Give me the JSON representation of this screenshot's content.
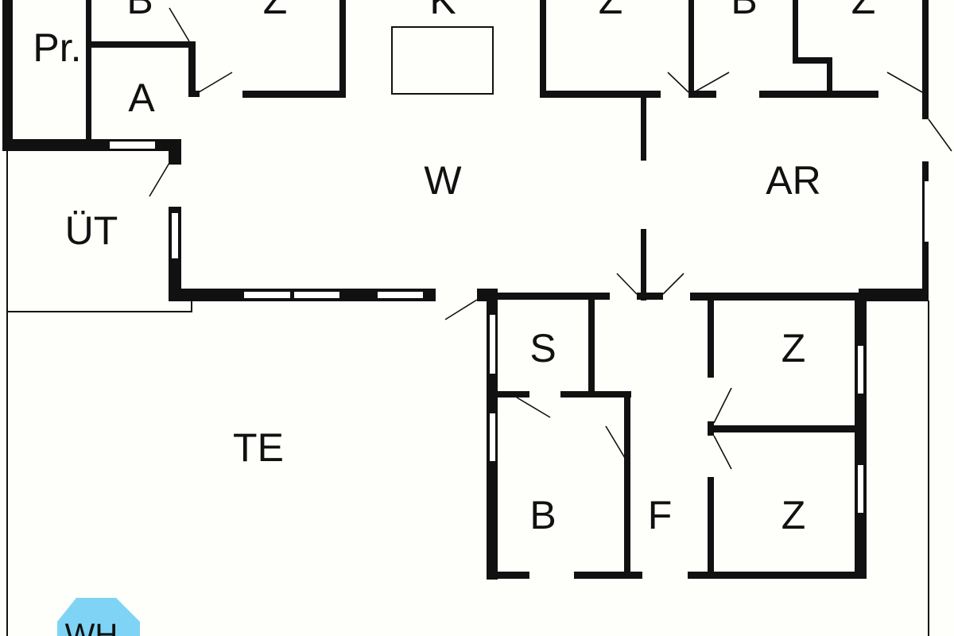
{
  "plan": {
    "rooms": {
      "b_top_left": "B",
      "z_top_left": "Z",
      "k": "K",
      "z_top_mid": "Z",
      "b_top_right": "B",
      "z_top_right": "Z",
      "pr": "Pr.",
      "a": "A",
      "ut": "ÜT",
      "w": "W",
      "ar": "AR",
      "s": "S",
      "z_right_upper": "Z",
      "te": "TE",
      "b_lower": "B",
      "f": "F",
      "z_right_lower": "Z"
    },
    "badge": {
      "label": "WH",
      "color": "#7fd4f5"
    }
  }
}
